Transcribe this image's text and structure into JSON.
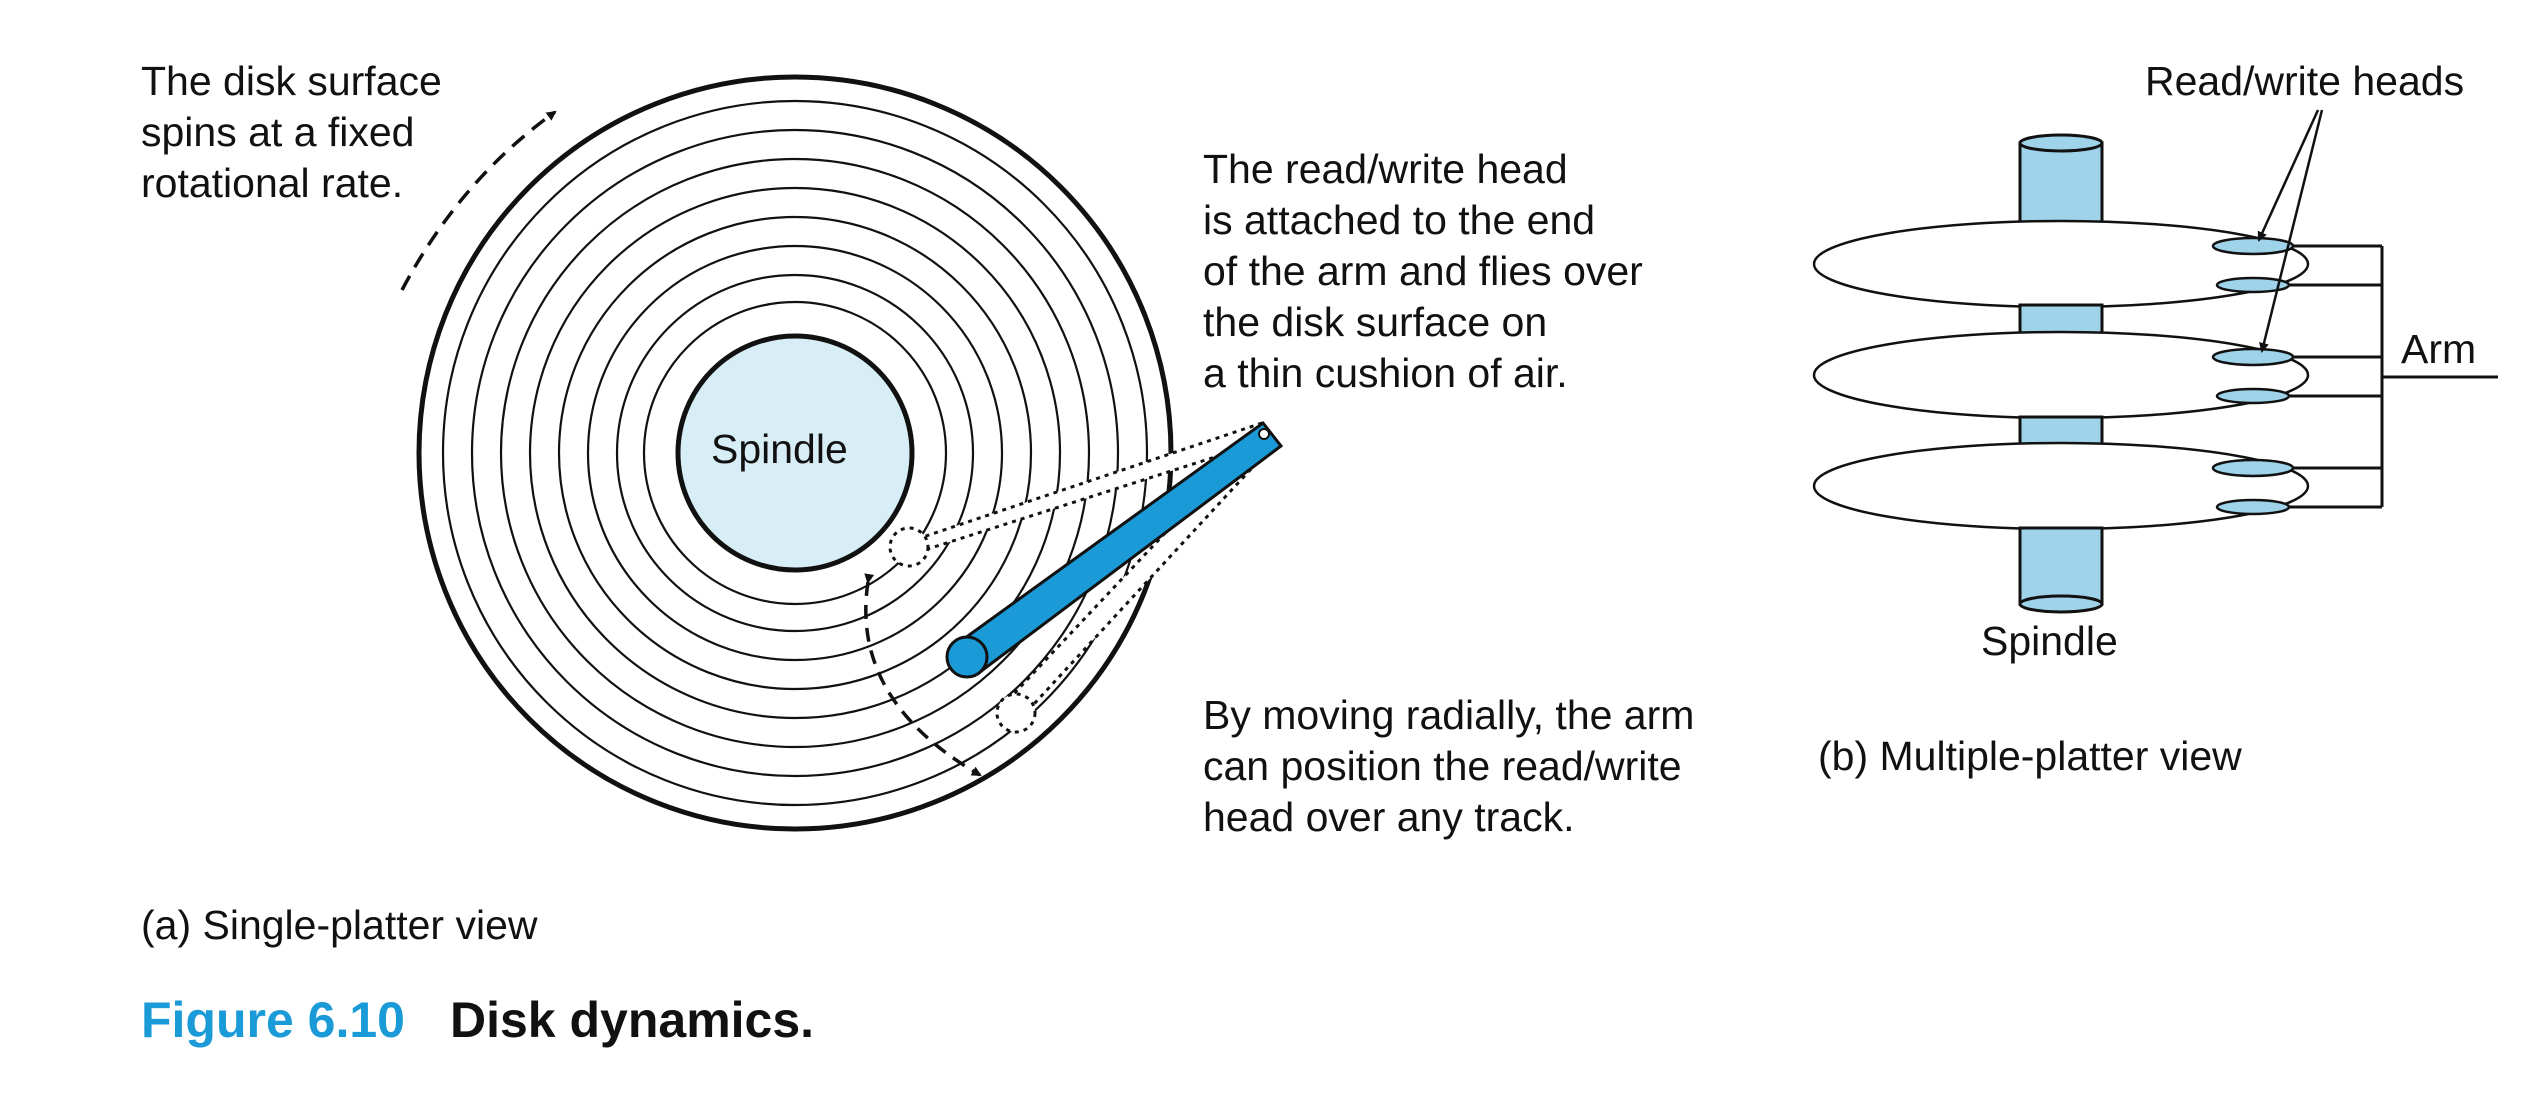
{
  "annotations": {
    "spin_note": [
      "The disk surface",
      "spins at a fixed",
      "rotational rate."
    ],
    "head_note": [
      "The read/write head",
      "is attached to the end",
      "of the arm and flies over",
      "the disk surface on",
      "a thin cushion of air."
    ],
    "move_note": [
      "By moving radially, the arm",
      "can position the read/write",
      "head over any track."
    ]
  },
  "single_platter": {
    "spindle_label": "Spindle",
    "caption": "(a) Single-platter view"
  },
  "multi_platter": {
    "heads_label": "Read/write heads",
    "arm_label": "Arm",
    "spindle_label": "Spindle",
    "caption": "(b) Multiple-platter view"
  },
  "figure": {
    "number": "Figure 6.10",
    "title": "Disk dynamics."
  },
  "colors": {
    "accent_blue": "#1a9ad6",
    "spindle_fill": "#d8eef6",
    "cylinder_fill": "#9fd3ea"
  }
}
